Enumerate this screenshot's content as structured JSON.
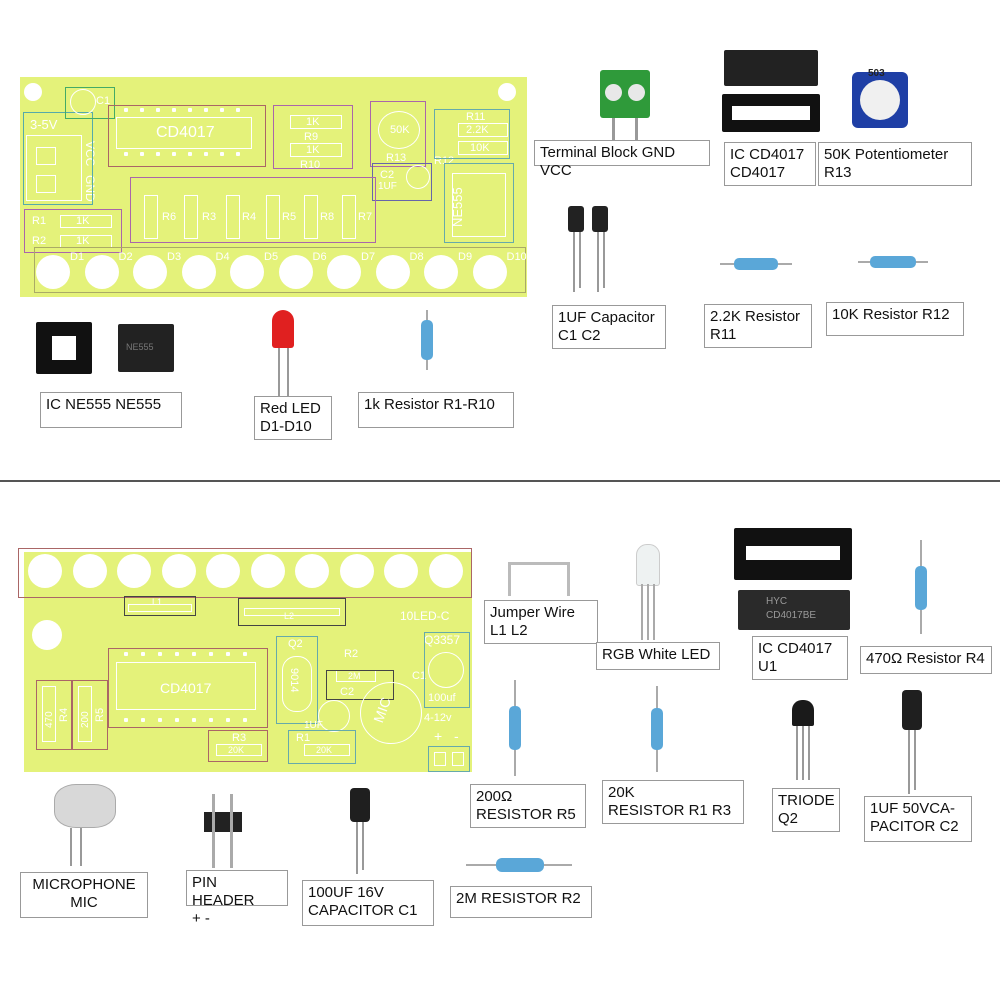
{
  "labels": {
    "terminal_block": "Terminal Block GND VCC",
    "ic_cd4017_top": "IC CD4017\nCD4017",
    "pot_50k": "50K Potentiometer\nR13",
    "cap_1uf_top": "1UF Capacitor\nC1 C2",
    "res_2k2": "2.2K Resistor\nR11",
    "res_10k": "10K Resistor R12",
    "ic_ne555": "IC NE555 NE555",
    "red_led": "Red LED\nD1-D10",
    "res_1k": "1k Resistor R1-R10",
    "jumper": "Jumper Wire\nL1 L2",
    "rgb_led": "RGB White LED",
    "ic_cd4017_bottom": "IC CD4017\nU1",
    "res_470": "470Ω  Resistor R4",
    "res_200": "200Ω\nRESISTOR R5",
    "res_20k": "20K\nRESISTOR R1 R3",
    "triode": "TRIODE\nQ2",
    "cap_1uf_50v": "1UF 50VCA-\nPACITOR C2",
    "microphone": "MICROPHONE\nMIC",
    "pin_header": "PIN HEADER\n+ -",
    "cap_100uf": "100UF 16V\nCAPACITOR C1",
    "res_2m": "2M RESISTOR R2"
  },
  "pcb_top": {
    "voltage": "3-5V",
    "vcc": "VCC",
    "gnd": "GND",
    "chip": "CD4017",
    "c1": "C1",
    "r9": "R9",
    "r10": "R10",
    "r9v": "1K",
    "r10v": "1K",
    "pot": "50K",
    "r13": "R13",
    "r11": "R11",
    "r11v": "2.2K",
    "r12": "R12",
    "r12v": "10K",
    "c2": "C2",
    "c2v": "1UF",
    "ne555": "NE555",
    "r1": "R1",
    "r2": "R2",
    "r1v": "1K",
    "r2v": "1K",
    "r3": "R3",
    "r4": "R4",
    "r5": "R5",
    "r6": "R6",
    "r7": "R7",
    "r8": "R8",
    "vert_1k": "1K",
    "leds": [
      "D1",
      "D2",
      "D3",
      "D4",
      "D5",
      "D6",
      "D7",
      "D8",
      "D9",
      "D10"
    ]
  },
  "pcb_bottom": {
    "l1": "L1",
    "l2": "L2",
    "model": "10LED-C",
    "q": "Q3357",
    "chip": "CD4017",
    "q2": "Q2",
    "q2v": "9014",
    "r2": "R2",
    "r2v": "2M",
    "c2": "C2",
    "c2v": "1UF",
    "c1": "C1",
    "c1v": "100uf",
    "volt": "4-12v",
    "r4": "R4",
    "r4v": "470",
    "r5": "R5",
    "r5v": "200",
    "r3": "R3",
    "r3v": "20K",
    "r1": "R1",
    "r1v": "20K",
    "mic": "MIC",
    "plus": "+",
    "minus": "-"
  },
  "chip_marks": {
    "ne555_mark": "NE555",
    "cd4017_mark": "CD4017BE",
    "hyc": "HYC",
    "pot_code": "503"
  },
  "colors": {
    "pcb": "#e4f27a",
    "terminal": "#2f9a3a",
    "pot_body": "#1f3fa5",
    "resistor_body": "#5aa7d8",
    "led_red": "#e02020"
  }
}
